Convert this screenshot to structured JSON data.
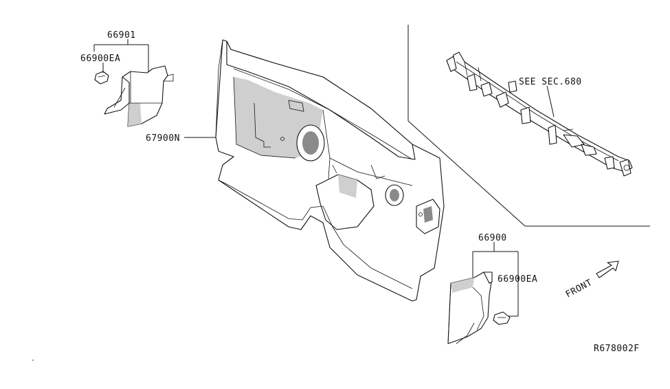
{
  "callouts": {
    "part_66901": "66901",
    "clip_left": "66900EA",
    "insulator_dash": "67900N",
    "see_sec": "SEE SEC.680",
    "part_66900": "66900",
    "clip_right": "66900EA",
    "front": "FRONT",
    "diagram_ref": "R678002F"
  }
}
